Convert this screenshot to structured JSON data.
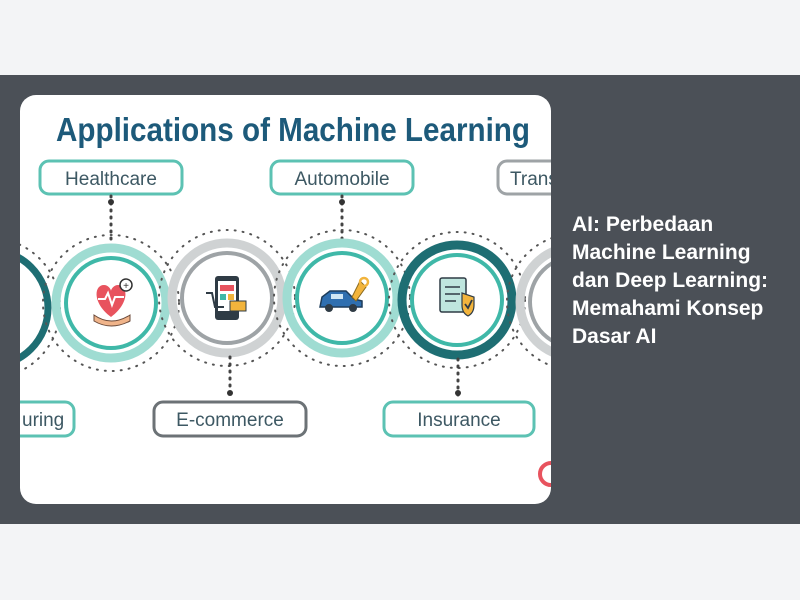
{
  "article": {
    "title": "AI: Perbedaan Machine Learning dan Deep Learning: Memahami Konsep Dasar AI"
  },
  "infographic": {
    "title": "Applications of Machine Learning",
    "labels": {
      "healthcare": "Healthcare",
      "automobile": "Automobile",
      "transport_partial": "Trans",
      "manufacturing_partial": "uring",
      "ecommerce": "E-commerce",
      "insurance": "Insurance"
    },
    "icons": {
      "healthcare": "heart-health-icon",
      "ecommerce": "online-shop-icon",
      "automobile": "car-repair-icon",
      "insurance": "insurance-check-icon"
    },
    "colors": {
      "title": "#1d5a7a",
      "teal": "#3fb8a8",
      "dark_teal": "#1e6e73",
      "gray": "#9ea3a6",
      "band": "#4b5057",
      "page": "#f3f4f6"
    }
  }
}
